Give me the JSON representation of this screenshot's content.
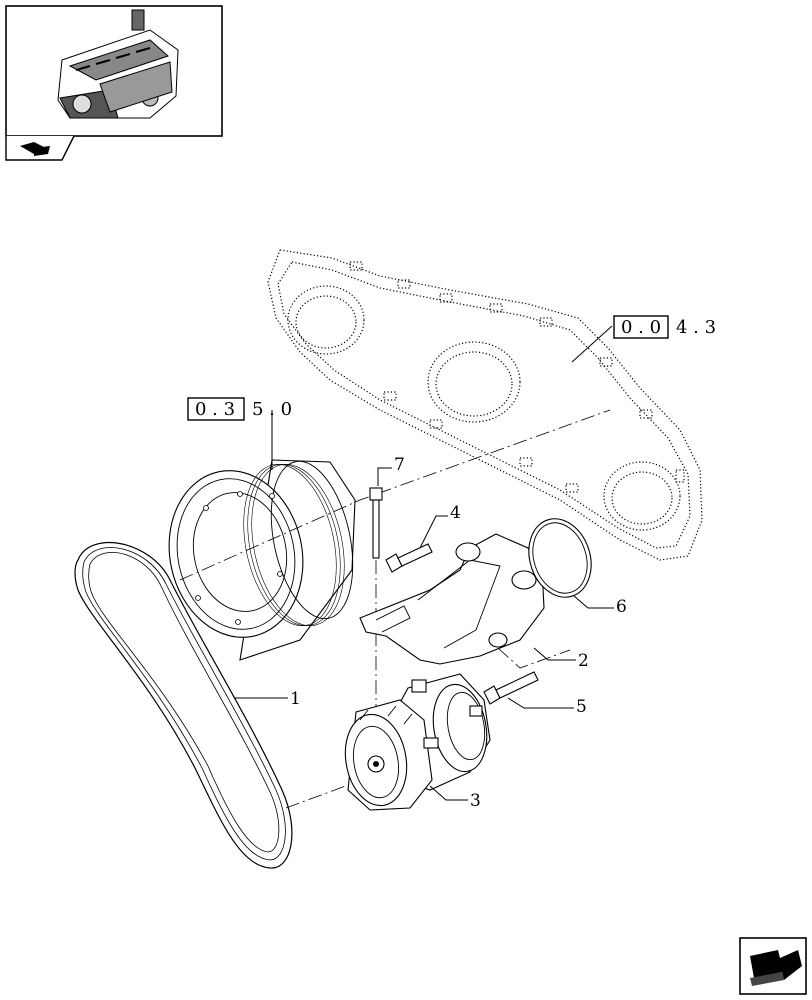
{
  "callouts": {
    "c1": "1",
    "c2": "2",
    "c3": "3",
    "c4": "4",
    "c5": "5",
    "c6": "6",
    "c7": "7"
  },
  "refs": {
    "pulley_boxed": "0 . 3",
    "pulley_rest": "5 . 0",
    "gasket_boxed": "0 . 0",
    "gasket_rest": "4 . 3"
  },
  "icons": {
    "thumbnail": "engine-thumbnail-icon",
    "tab": "book-tab-icon",
    "nav": "next-page-arrow-icon"
  }
}
